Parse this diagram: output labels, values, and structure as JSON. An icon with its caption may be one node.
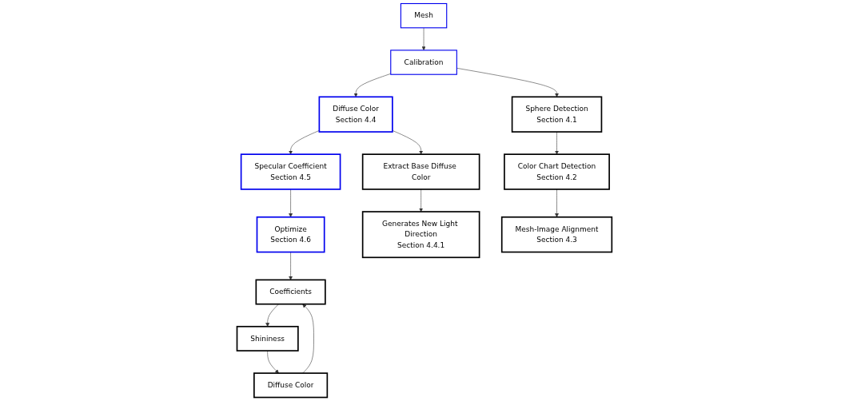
{
  "diagram": {
    "nodes": [
      {
        "text": [
          "Mesh"
        ]
      },
      {
        "text": [
          "Calibration"
        ]
      },
      {
        "text": [
          "Diffuse Color",
          "Section 4.4"
        ]
      },
      {
        "text": [
          "Specular Coefficient",
          "Section 4.5"
        ]
      },
      {
        "text": [
          "Optimize",
          "Section 4.6"
        ]
      },
      {
        "text": [
          "Sphere Detection",
          "Section 4.1"
        ]
      },
      {
        "text": [
          "Color Chart Detection",
          "Section 4.2"
        ]
      },
      {
        "text": [
          "Mesh-Image Alignment",
          "Section 4.3"
        ]
      },
      {
        "text": [
          "Extract Base Diffuse Color"
        ]
      },
      {
        "text": [
          "Generates New Light Direction",
          "Section 4.4.1"
        ]
      },
      {
        "text": [
          "Coefficients"
        ]
      },
      {
        "text": [
          "Shininess"
        ]
      },
      {
        "text": [
          "Diffuse Color"
        ]
      }
    ],
    "edges": [
      {
        "from": 0,
        "to": 1,
        "arrow": "to"
      },
      {
        "from": 1,
        "to": 2,
        "arrow": "to"
      },
      {
        "from": 2,
        "to": 3,
        "arrow": "to"
      },
      {
        "from": 3,
        "to": 4,
        "arrow": "to"
      },
      {
        "from": 1,
        "to": 5,
        "arrow": "to"
      },
      {
        "from": 5,
        "to": 6,
        "arrow": "to"
      },
      {
        "from": 6,
        "to": 7,
        "arrow": "to"
      },
      {
        "from": 2,
        "to": 8,
        "arrow": "to"
      },
      {
        "from": 8,
        "to": 9,
        "arrow": "to"
      },
      {
        "from": 4,
        "to": 10,
        "arrow": "to"
      },
      {
        "from": 10,
        "to": 11,
        "arrow": "to"
      },
      {
        "from": 11,
        "to": 12,
        "arrow": "to"
      },
      {
        "from": 12,
        "to": 10,
        "arrow": "to"
      }
    ]
  }
}
